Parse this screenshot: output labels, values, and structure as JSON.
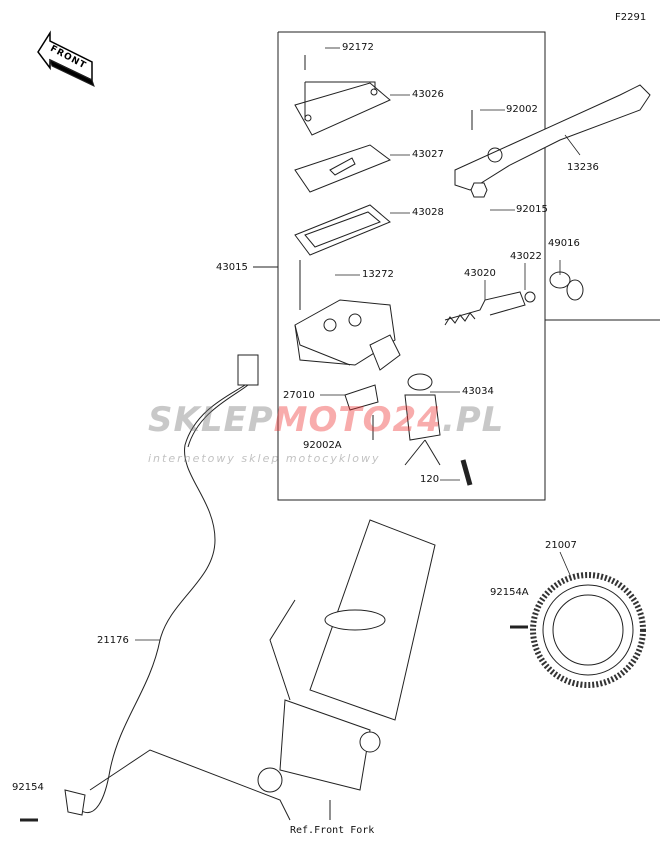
{
  "diagram_code": "F2291",
  "front_sign": "FRONT",
  "watermark": {
    "brand_a": "SKLEP",
    "brand_b": "MOTO24",
    "brand_c": ".PL",
    "tagline": "internetowy sklep motocyklowy"
  },
  "ref_label": "Ref.Front Fork",
  "parts": [
    {
      "no": "92172"
    },
    {
      "no": "43026"
    },
    {
      "no": "92002"
    },
    {
      "no": "13236"
    },
    {
      "no": "43027"
    },
    {
      "no": "92015"
    },
    {
      "no": "43028"
    },
    {
      "no": "43015"
    },
    {
      "no": "43022"
    },
    {
      "no": "49016"
    },
    {
      "no": "13272"
    },
    {
      "no": "43020"
    },
    {
      "no": "43034"
    },
    {
      "no": "27010"
    },
    {
      "no": "92002A"
    },
    {
      "no": "120"
    },
    {
      "no": "21007"
    },
    {
      "no": "92154A"
    },
    {
      "no": "21176"
    },
    {
      "no": "92154"
    }
  ]
}
